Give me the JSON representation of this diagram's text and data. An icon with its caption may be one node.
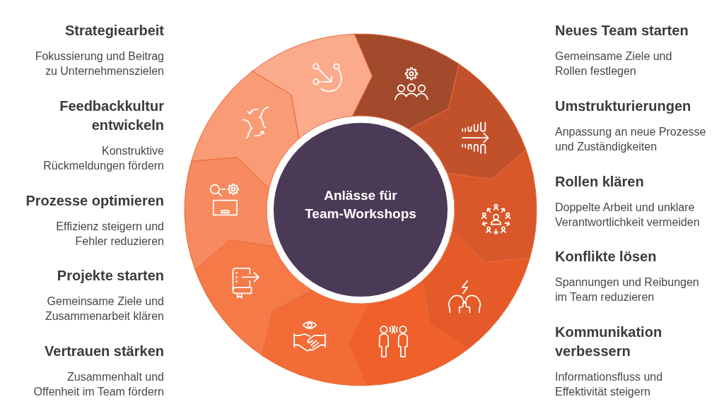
{
  "diagram": {
    "nodes": [
      {
        "text": [
          "Anlässe für Team-Workshops"
        ]
      },
      {
        "text": [],
        "shape": "segment",
        "beside": [
          "Strategiearbeit",
          "Fokussierung und Beitrag zu Unternehmenszielen"
        ]
      },
      {
        "text": [],
        "shape": "segment",
        "beside": [
          "Neues Team starten",
          "Gemeinsame Ziele und Rollen festlegen"
        ]
      },
      {
        "text": [],
        "shape": "segment",
        "beside": [
          "Umstrukturierungen",
          "Anpassung an neue Prozesse und Zuständigkeiten"
        ]
      },
      {
        "text": [],
        "shape": "segment",
        "beside": [
          "Rollen klären",
          "Doppelte Arbeit und unklare Verantwortlichkeit vermeiden"
        ]
      },
      {
        "text": [],
        "shape": "segment",
        "beside": [
          "Konflikte lösen",
          "Spannungen und Reibungen im Team reduzieren"
        ]
      },
      {
        "text": [],
        "shape": "segment",
        "beside": [
          "Kommunikation verbessern",
          "Informationsfluss und Effektivität steigern"
        ]
      },
      {
        "text": [],
        "shape": "segment",
        "beside": [
          "Vertrauen stärken",
          "Zusammenhalt und Offenheit im Team fördern"
        ]
      },
      {
        "text": [],
        "shape": "segment",
        "beside": [
          "Projekte starten",
          "Gemeinsame Ziele und Zusammenarbeit klären"
        ]
      },
      {
        "text": [],
        "shape": "segment",
        "beside": [
          "Prozesse optimieren",
          "Effizienz steigern und Fehler reduzieren"
        ]
      },
      {
        "text": [],
        "shape": "segment",
        "beside": [
          "Feedbackkultur entwickeln",
          "Konstruktive Rückmeldungen fördern"
        ]
      }
    ]
  }
}
